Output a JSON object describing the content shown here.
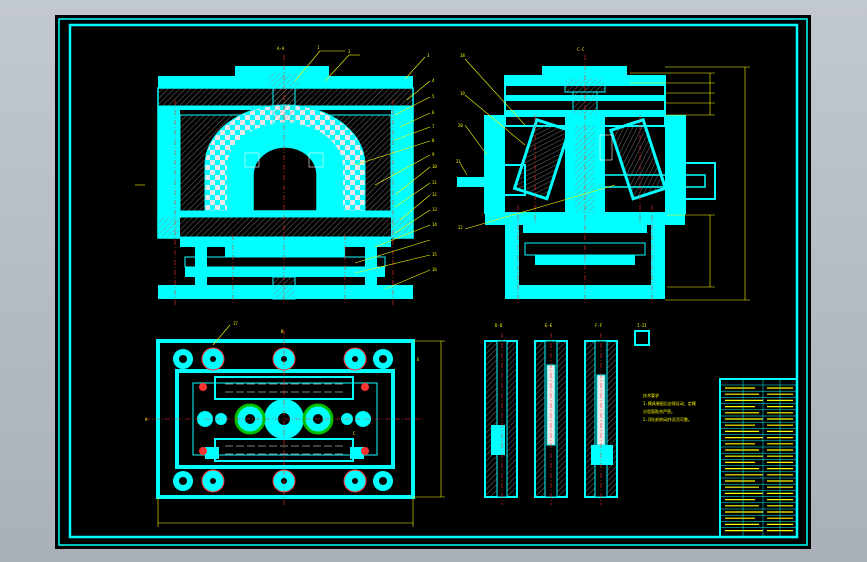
{
  "drawing": {
    "frame_color": "#00ffff",
    "dimension_color": "#ffff00",
    "centerline_color": "#ff3030",
    "background": "#000000"
  },
  "views": {
    "section_aa_label": "A-A",
    "section_cc_label": "C-C",
    "detail_labels": [
      "D-D",
      "E-E",
      "F-F",
      "I-II"
    ]
  },
  "leader_numbers_left": [
    "1",
    "2",
    "3",
    "4",
    "5",
    "6",
    "7",
    "8",
    "9",
    "10",
    "11",
    "12",
    "13",
    "14",
    "15",
    "16"
  ],
  "leader_numbers_right": [
    "18",
    "19",
    "20",
    "21",
    "22"
  ],
  "plan_view": {
    "label_a": "A",
    "label_c": "C",
    "label_e": "E",
    "label_b": "B",
    "label_num": "17"
  },
  "notes_text": [
    "技术要求",
    "1.模具装配后应保证动、定模",
    "分型面贴合严密。",
    "2.顶出机构动作灵活可靠。"
  ]
}
